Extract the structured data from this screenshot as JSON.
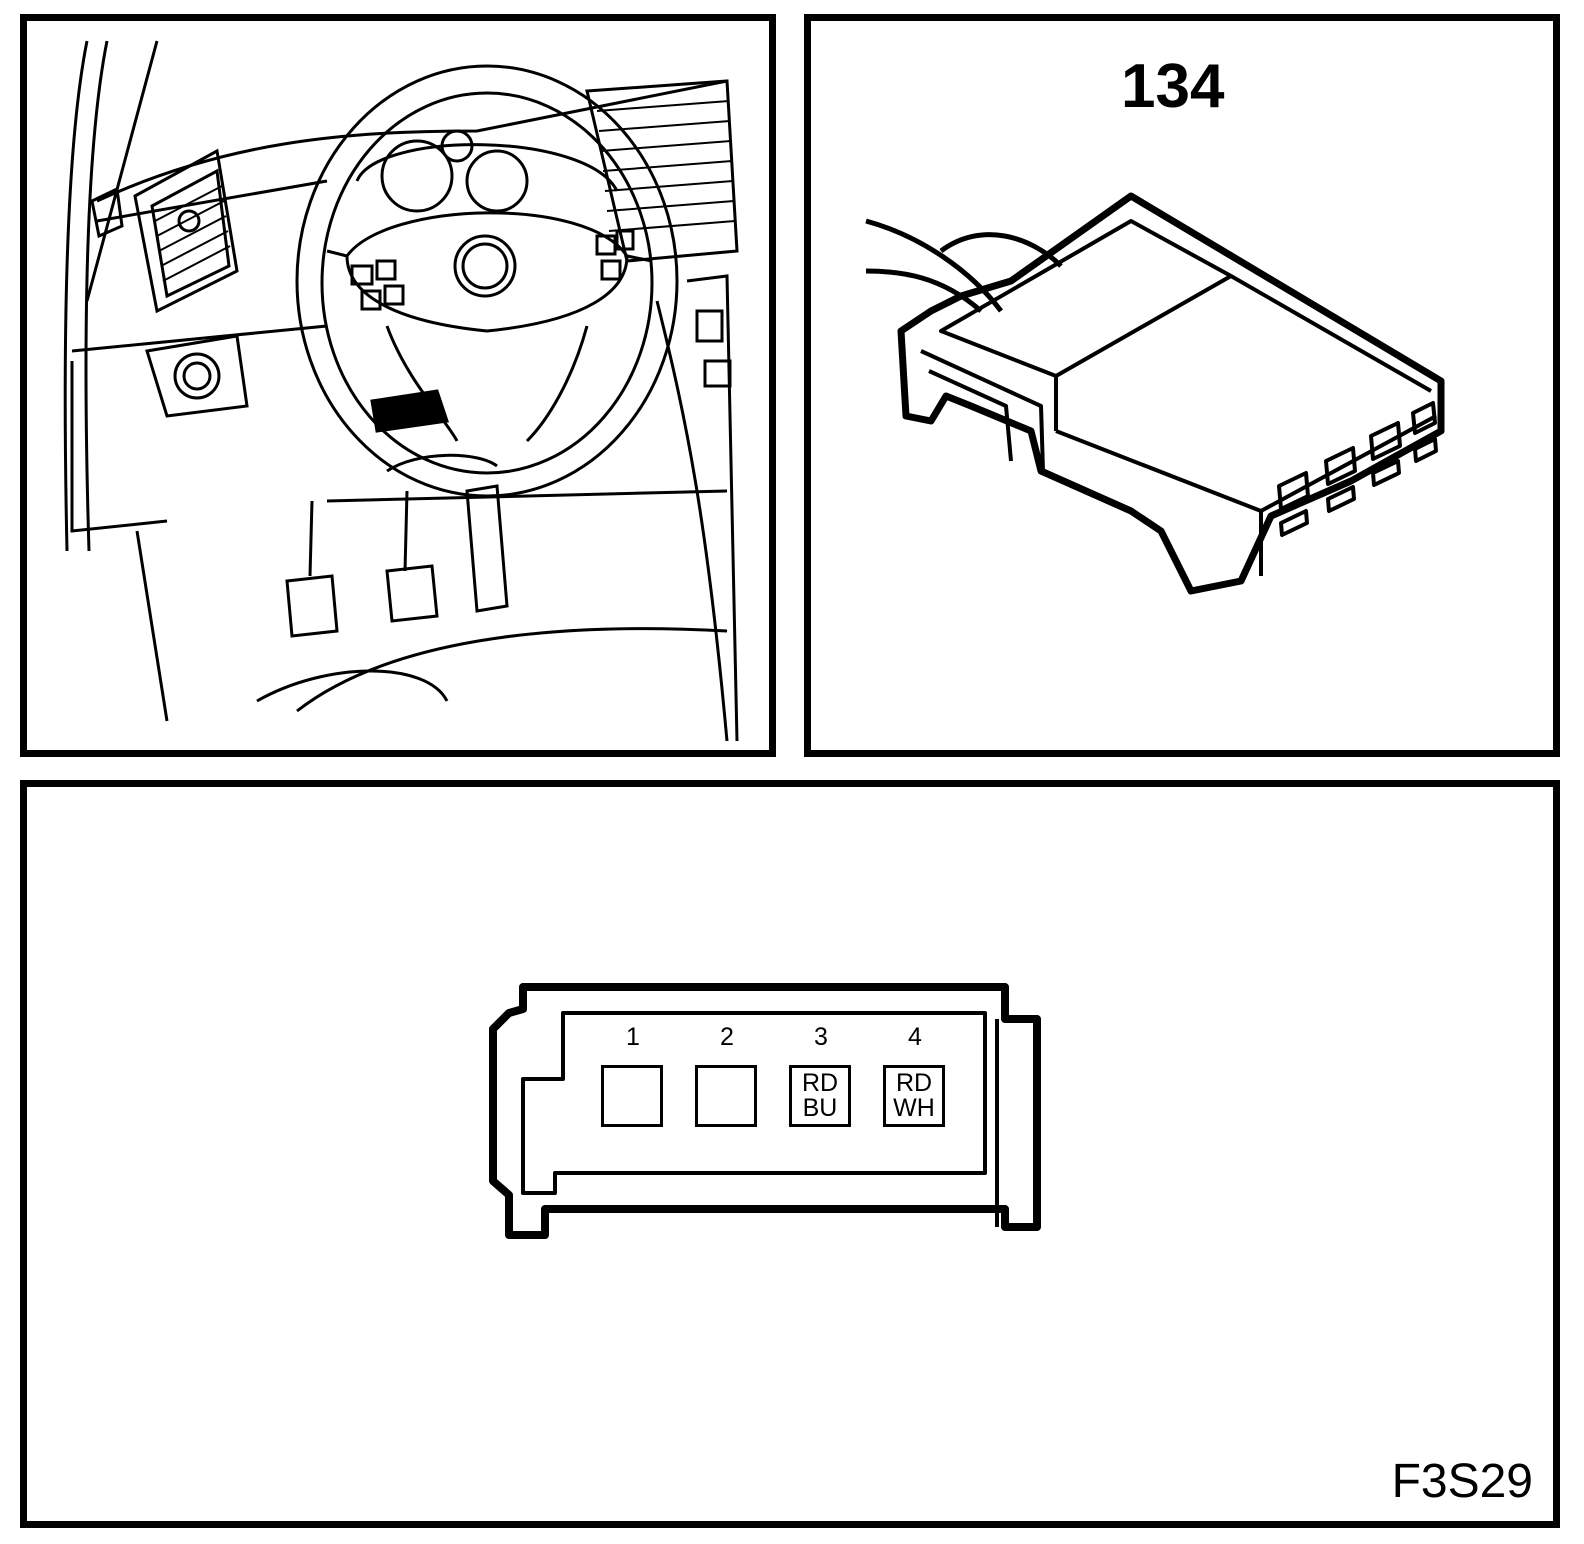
{
  "connector": {
    "number": "134"
  },
  "figure_code": "F3S29",
  "pins": [
    {
      "number": "1",
      "colors": []
    },
    {
      "number": "2",
      "colors": []
    },
    {
      "number": "3",
      "colors": [
        "RD",
        "BU"
      ]
    },
    {
      "number": "4",
      "colors": [
        "RD",
        "WH"
      ]
    }
  ]
}
